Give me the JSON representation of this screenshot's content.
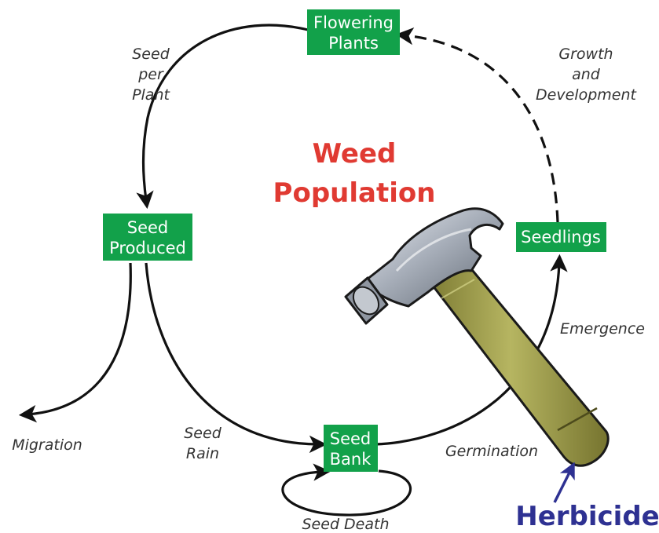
{
  "title": {
    "line1": "Weed",
    "line2": "Population",
    "color": "#e03a32"
  },
  "nodes": {
    "flowering": {
      "line1": "Flowering",
      "line2": "Plants"
    },
    "seed_produced": {
      "line1": "Seed",
      "line2": "Produced"
    },
    "seedlings": {
      "line1": "Seedlings"
    },
    "seed_bank": {
      "line1": "Seed",
      "line2": "Bank"
    }
  },
  "edges": {
    "seed_per_plant": {
      "line1": "Seed",
      "line2": "per",
      "line3": "Plant"
    },
    "growth": {
      "line1": "Growth",
      "line2": "and",
      "line3": "Development"
    },
    "emergence": "Emergence",
    "germination": "Germination",
    "seed_rain": {
      "line1": "Seed",
      "line2": "Rain"
    },
    "migration": "Migration",
    "seed_death": "Seed Death"
  },
  "herbicide": {
    "label": "Herbicide",
    "color": "#2e3192"
  },
  "colors": {
    "node_fill": "#12a14a",
    "arrow": "#111111"
  },
  "icons": [
    "hammer-icon"
  ]
}
